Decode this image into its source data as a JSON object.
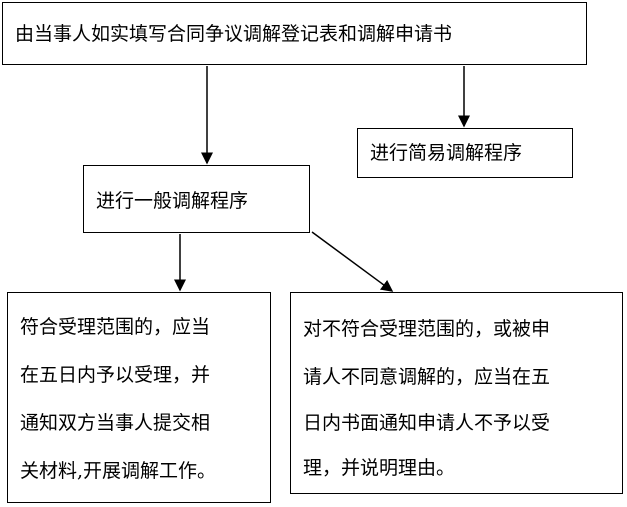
{
  "boxes": {
    "top": "由当事人如实填写合同争议调解登记表和调解申请书",
    "simple": "进行简易调解程序",
    "general": "进行一般调解程序",
    "left": [
      "符合受理范围的，应当",
      "在五日内予以受理，并",
      "通知双方当事人提交相",
      "关材料,开展调解工作。"
    ],
    "right": [
      "对不符合受理范围的，或被申",
      "请人不同意调解的，应当在五",
      "日内书面通知申请人不予以受",
      "理，并说明理由。"
    ]
  }
}
